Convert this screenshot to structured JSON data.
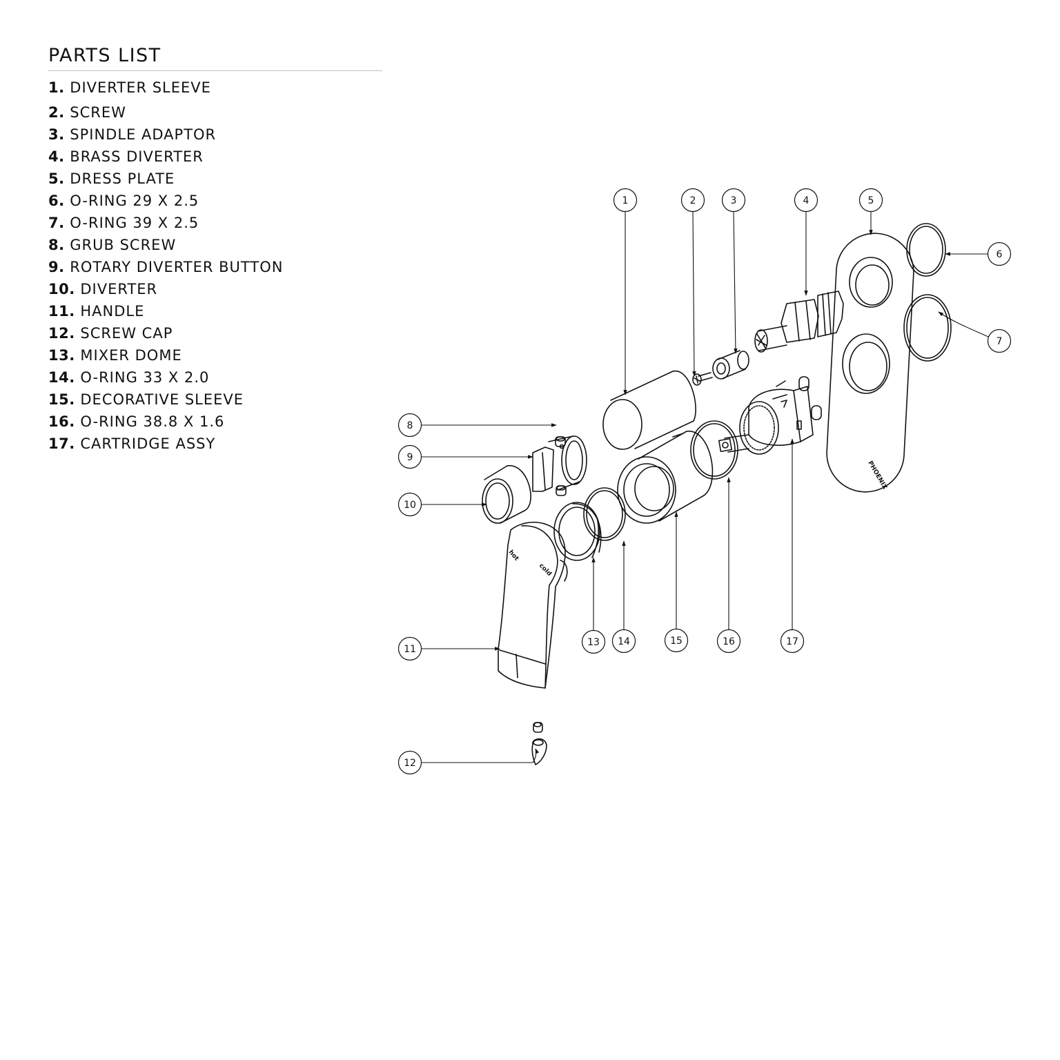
{
  "parts_list": {
    "title": "PARTS LIST",
    "items": [
      {
        "num": "1.",
        "name": "DIVERTER SLEEVE"
      },
      {
        "num": "2.",
        "name": "SCREW"
      },
      {
        "num": "3.",
        "name": "SPINDLE ADAPTOR"
      },
      {
        "num": "4.",
        "name": "BRASS DIVERTER"
      },
      {
        "num": "5.",
        "name": "DRESS PLATE"
      },
      {
        "num": "6.",
        "name": "O-RING 29 X 2.5"
      },
      {
        "num": "7.",
        "name": "O-RING 39 X 2.5"
      },
      {
        "num": "8.",
        "name": "GRUB SCREW"
      },
      {
        "num": "9.",
        "name": "ROTARY DIVERTER BUTTON"
      },
      {
        "num": "10.",
        "name": "DIVERTER"
      },
      {
        "num": "11.",
        "name": "HANDLE"
      },
      {
        "num": "12.",
        "name": "SCREW CAP"
      },
      {
        "num": "13.",
        "name": "MIXER DOME"
      },
      {
        "num": "14.",
        "name": "O-RING 33 X 2.0"
      },
      {
        "num": "15.",
        "name": "DECORATIVE SLEEVE"
      },
      {
        "num": "16.",
        "name": "O-RING 38.8 X 1.6"
      },
      {
        "num": "17.",
        "name": "CARTRIDGE ASSY"
      }
    ]
  },
  "callouts": [
    "1",
    "2",
    "3",
    "4",
    "5",
    "6",
    "7",
    "8",
    "9",
    "10",
    "11",
    "12",
    "13",
    "14",
    "15",
    "16",
    "17"
  ],
  "handle_labels": {
    "hot": "hot",
    "cold": "cold"
  },
  "plate_brand": "PHOENIX"
}
